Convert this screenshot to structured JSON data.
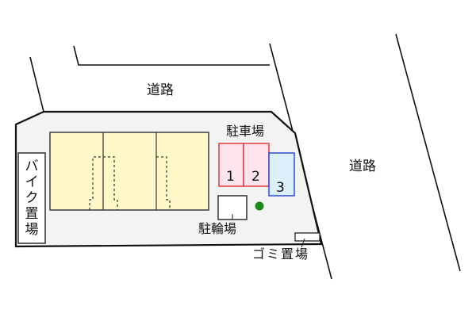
{
  "roads": {
    "top": {
      "label": "道路"
    },
    "right": {
      "label": "道路"
    }
  },
  "parking": {
    "label": "駐車場",
    "spaces": [
      {
        "number": "1",
        "fill": "#fde4ee",
        "stroke": "#e03030"
      },
      {
        "number": "2",
        "fill": "#fde4ee",
        "stroke": "#e03030"
      },
      {
        "number": "3",
        "fill": "#dcf0fb",
        "stroke": "#2040d0"
      }
    ]
  },
  "bicycle_parking": {
    "label": "駐輪場"
  },
  "motorcycle_parking": {
    "label_chars": [
      "バ",
      "イ",
      "ク",
      "置",
      "場"
    ]
  },
  "garbage": {
    "label": "ゴミ置場"
  },
  "building": {
    "units": 3,
    "fill": "#fff8c8"
  },
  "colors": {
    "lot_fill": "#f3f3f3",
    "line": "#111111",
    "tree": "#1a8a1a"
  }
}
